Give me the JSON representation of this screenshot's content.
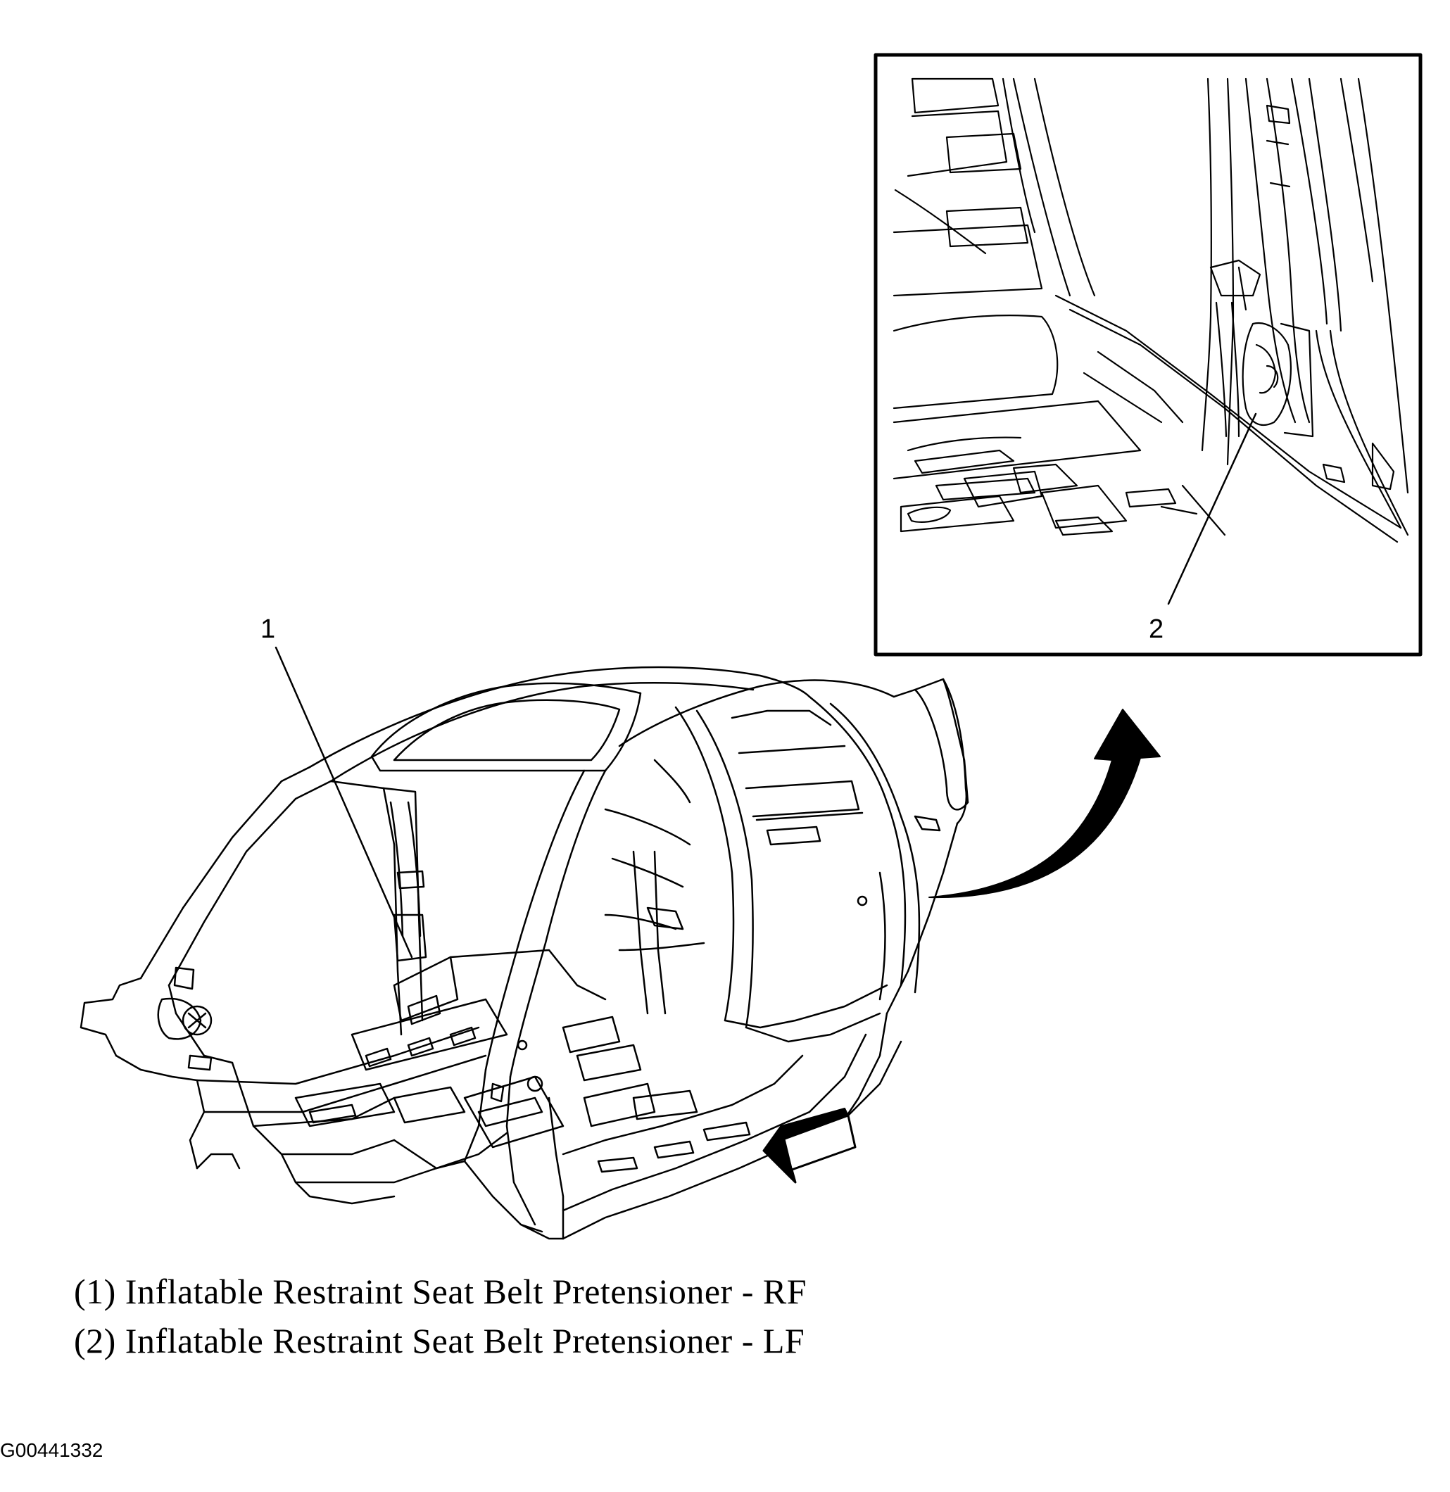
{
  "callouts": {
    "one": "1",
    "two": "2"
  },
  "legend": [
    "(1) Inflatable Restraint Seat Belt Pretensioner - RF",
    "(2) Inflatable Restraint Seat Belt Pretensioner - LF"
  ],
  "figure_id": "G00441332",
  "colors": {
    "ink": "#000000",
    "paper": "#ffffff"
  }
}
